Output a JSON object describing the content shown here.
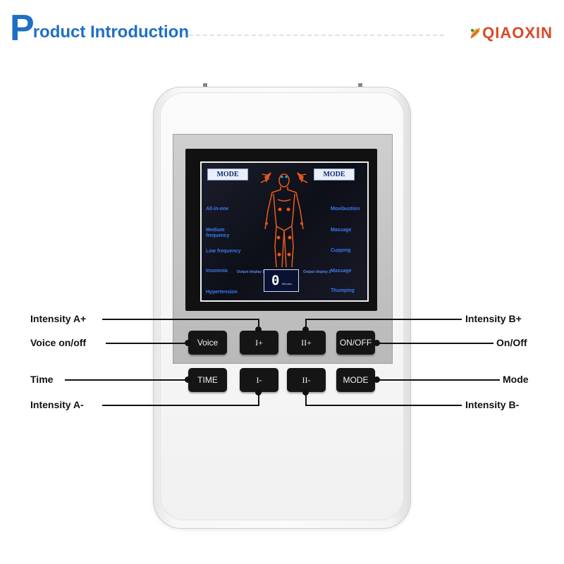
{
  "header": {
    "title_initial": "P",
    "title_rest": "roduct Introduction",
    "brand": "QIAOXIN"
  },
  "screen": {
    "mode_left": "MODE",
    "mode_right": "MODE",
    "left_modes": [
      "All-in-one",
      "Medium frequency",
      "Low frequency",
      "Insomnia",
      "Hypertension"
    ],
    "right_modes": [
      "Moxibustion",
      "Massage",
      "Cupping",
      "Massage",
      "Thumping"
    ],
    "output_display_1": "Output display 1",
    "output_display_2": "Output display 2",
    "timer_value": "0",
    "timer_unit": "Minutes"
  },
  "buttons": {
    "voice": "Voice",
    "intensity_a_plus": "I+",
    "intensity_b_plus": "II+",
    "on_off": "ON/OFF",
    "time": "TIME",
    "intensity_a_minus": "I-",
    "intensity_b_minus": "II-",
    "mode": "MODE"
  },
  "callouts": {
    "intensity_a_plus": "Intensity A+",
    "voice_on_off": "Voice on/off",
    "time": "Time",
    "intensity_a_minus": "Intensity A-",
    "intensity_b_plus": "Intensity B+",
    "on_off": "On/Off",
    "mode": "Mode",
    "intensity_b_minus": "Intensity B-"
  },
  "colors": {
    "title_blue": "#1f6fc4",
    "brand_red": "#d84a26",
    "button_black": "#151515",
    "screen_blue_text": "#3b7bf0",
    "body_figure_orange": "#e0581a"
  }
}
